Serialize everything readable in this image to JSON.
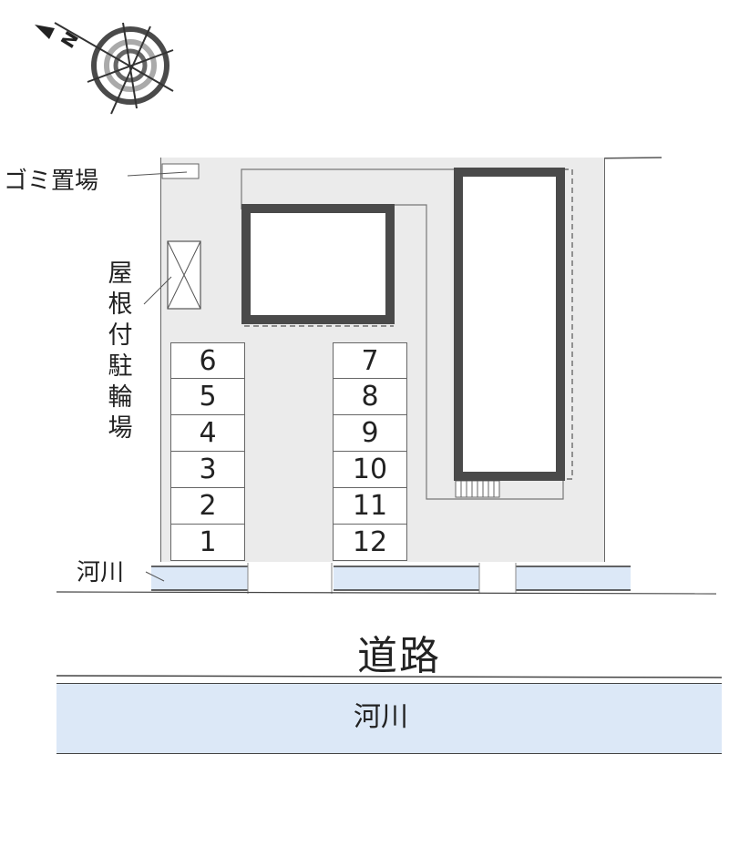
{
  "labels": {
    "garbage": "ゴミ置場",
    "covered_bike_parking": "屋根付駐輪場",
    "river_small": "河川",
    "road": "道路",
    "river_large": "河川"
  },
  "compass": {
    "north_mark": "N"
  },
  "parking": {
    "left_column": [
      "6",
      "5",
      "4",
      "3",
      "2",
      "1"
    ],
    "right_column": [
      "7",
      "8",
      "9",
      "10",
      "11",
      "12"
    ]
  },
  "colors": {
    "lot_fill": "#ebebeb",
    "building_wall": "#4a4a4a",
    "river_fill": "#dce8f7",
    "compass_ring": "#888888"
  }
}
